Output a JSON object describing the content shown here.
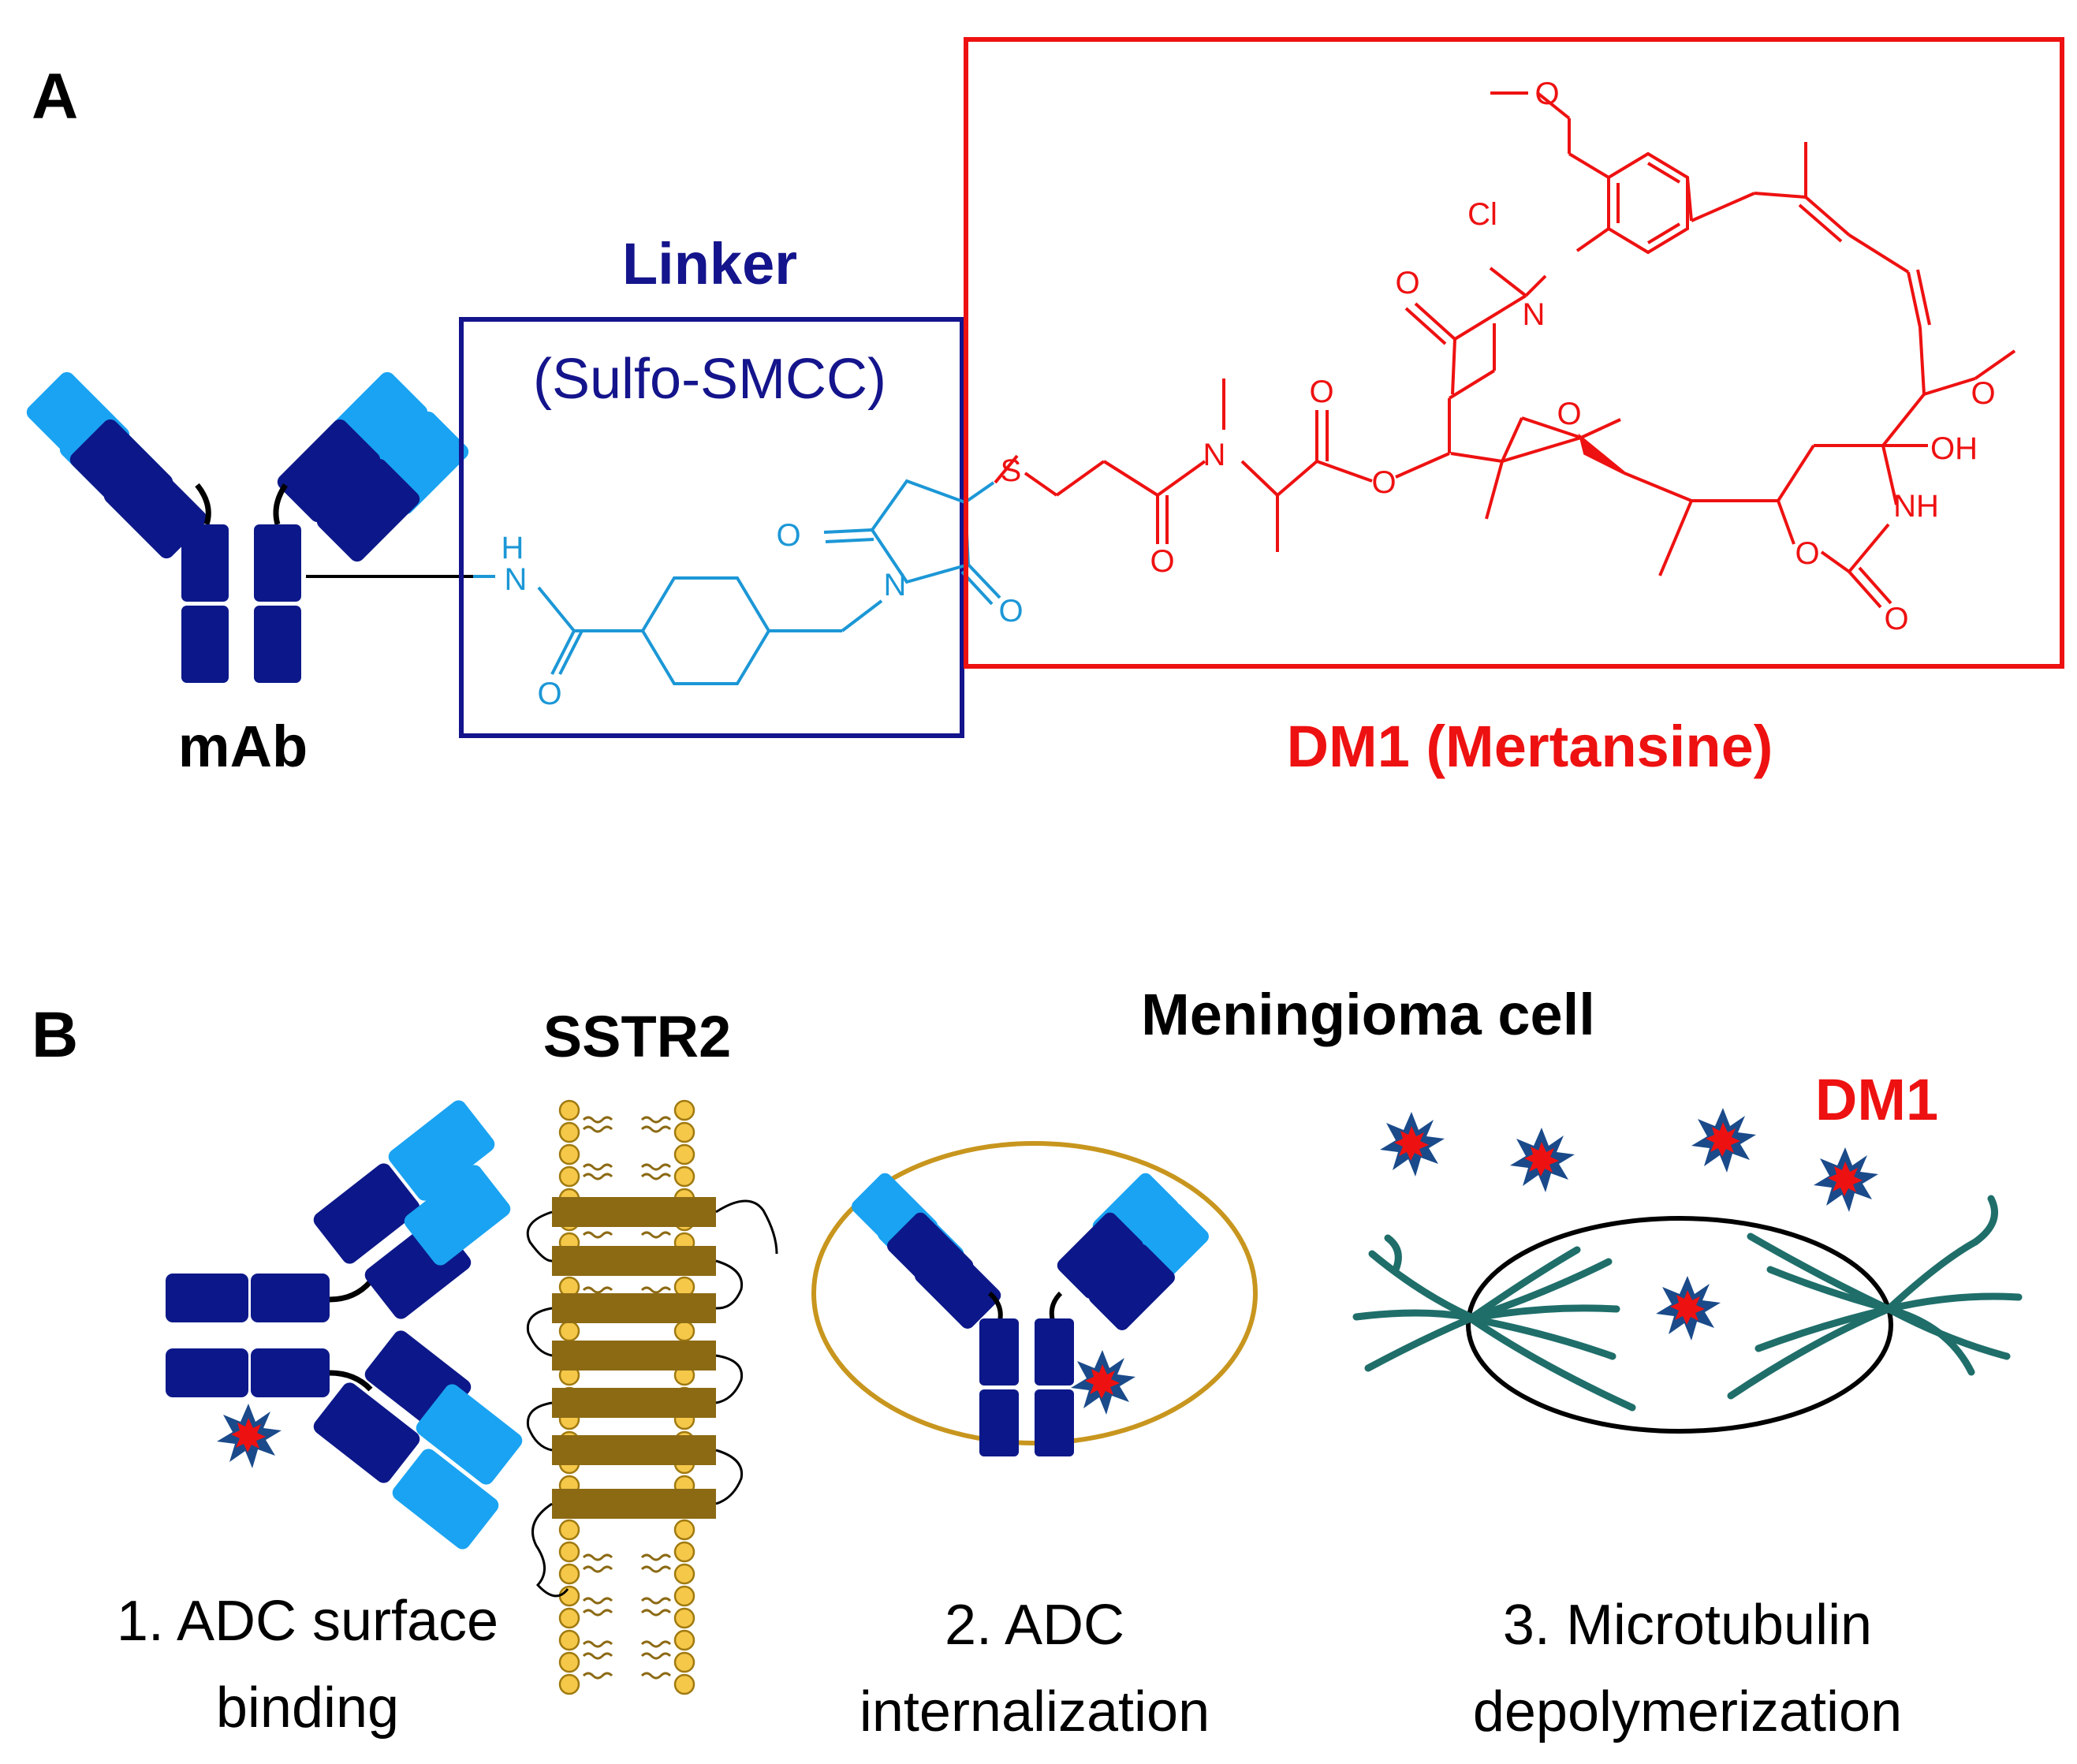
{
  "panel_a": {
    "letter": "A",
    "mab_label": "mAb",
    "linker_title": "Linker",
    "linker_subtitle": "(Sulfo-SMCC)",
    "drug_label": "DM1 (Mertansine)",
    "linker_atoms": {
      "nh_h": "H",
      "nh_n": "N",
      "amide_o": "O",
      "imide_o_top": "O",
      "imide_n": "N",
      "imide_o_right": "O"
    },
    "drug_atoms": {
      "s": "S",
      "o_top": "O",
      "n_methyl": "N",
      "ester_o": "O",
      "amide_o": "O",
      "ester_carbonyl_o": "O",
      "cl": "Cl",
      "methoxy_o": "O",
      "n_ring": "N",
      "lactam_o": "O",
      "epoxide_o": "O",
      "methoxy_o2": "O",
      "oh": "OH",
      "nh": "NH",
      "ring_o": "O",
      "carbamate_o": "O"
    }
  },
  "panel_b": {
    "letter": "B",
    "receptor_label": "SSTR2",
    "cell_label": "Meningioma cell",
    "drug_label": "DM1",
    "steps": {
      "step1_line1": "1. ADC surface",
      "step1_line2": "binding",
      "step2_line1": "2. ADC",
      "step2_line2": "internalization",
      "step3_line1": "3. Microtubulin",
      "step3_line2": "depolymerization"
    }
  },
  "colors": {
    "antibody_dark": "#0c1889",
    "antibody_light": "#1aa3f2",
    "linker": "#14148c",
    "linker_structure": "#1c97d6",
    "drug": "#ee1111",
    "star_outer": "#1a4a8a",
    "star_inner": "#ee1111",
    "membrane_band": "#8c6a14",
    "lipid_head": "#f5c84a",
    "cell_membrane": "#c8961e",
    "microtubule": "#1f6e6a"
  }
}
